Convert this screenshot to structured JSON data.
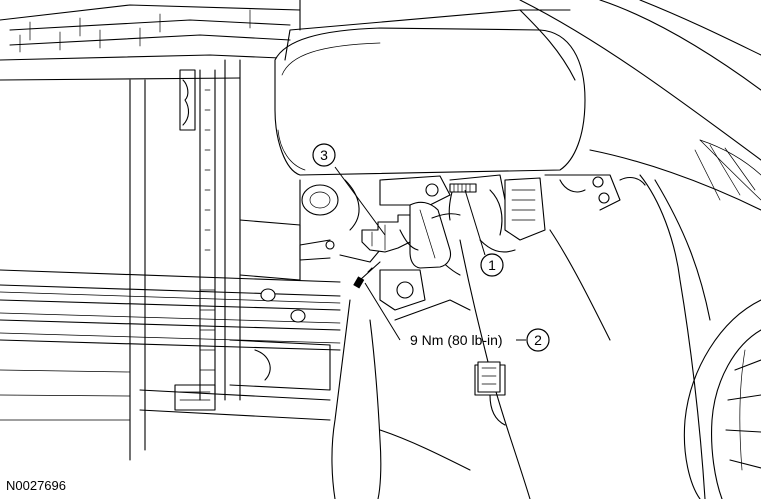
{
  "figure": {
    "id": "N0027696"
  },
  "callouts": [
    {
      "number": "1"
    },
    {
      "number": "2",
      "text": "9 Nm (80 lb-in)"
    },
    {
      "number": "3"
    }
  ]
}
